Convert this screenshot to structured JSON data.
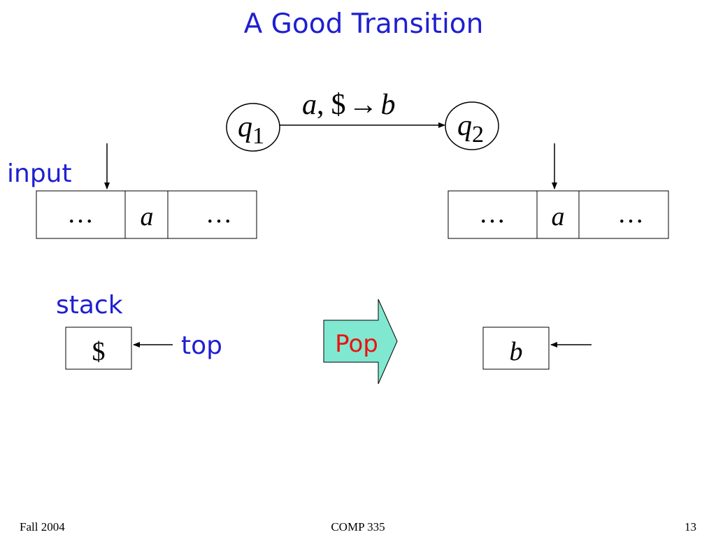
{
  "title": "A Good Transition",
  "colors": {
    "heading": "#1f1fd0",
    "pop_text": "#ee1111",
    "pop_arrow_fill": "#80e8d0"
  },
  "states": {
    "source": {
      "name": "q",
      "sub": "1"
    },
    "target": {
      "name": "q",
      "sub": "2"
    }
  },
  "transition": {
    "read": "a",
    "sep": ",",
    "pop": "$",
    "arrow": "→",
    "push": "b"
  },
  "left": {
    "input_label": "input",
    "tape": [
      "…",
      "a",
      "…"
    ],
    "stack_label": "stack",
    "stack_cell": "$",
    "top_label": "top"
  },
  "right": {
    "tape": [
      "…",
      "a",
      "…"
    ],
    "stack_cell": "b"
  },
  "operation": "Pop",
  "footer": {
    "left": "Fall 2004",
    "center": "COMP 335",
    "right": "13"
  }
}
